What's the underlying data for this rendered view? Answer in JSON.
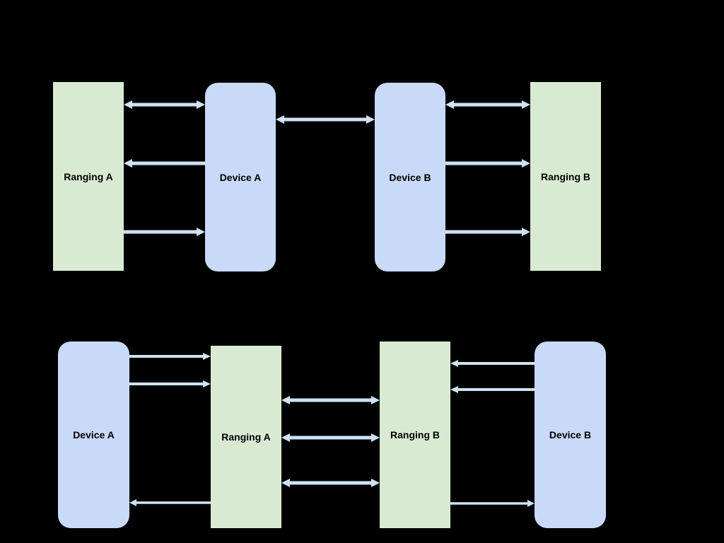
{
  "colors": {
    "background": "#000000",
    "device_node_fill": "#c9daf8",
    "ranging_node_fill": "#d9ead3",
    "arrow": "#cfe2f3",
    "label_text": "#000000"
  },
  "diagram_top": {
    "nodes": [
      {
        "label": "Ranging A",
        "type": "ranging"
      },
      {
        "label": "Device A",
        "type": "device"
      },
      {
        "label": "Device B",
        "type": "device"
      },
      {
        "label": "Ranging B",
        "type": "ranging"
      }
    ],
    "edges": [
      {
        "from": "Ranging A",
        "to": "Device A",
        "direction": "both"
      },
      {
        "from": "Device A",
        "to": "Ranging A",
        "direction": "one-way"
      },
      {
        "from": "Ranging A",
        "to": "Device A",
        "direction": "one-way"
      },
      {
        "from": "Device A",
        "to": "Device B",
        "direction": "both"
      },
      {
        "from": "Device B",
        "to": "Ranging B",
        "direction": "both"
      },
      {
        "from": "Device B",
        "to": "Ranging B",
        "direction": "one-way"
      },
      {
        "from": "Device B",
        "to": "Ranging B",
        "direction": "one-way"
      }
    ]
  },
  "diagram_bottom": {
    "nodes": [
      {
        "label": "Device A",
        "type": "device"
      },
      {
        "label": "Ranging A",
        "type": "ranging"
      },
      {
        "label": "Ranging B",
        "type": "ranging"
      },
      {
        "label": "Device B",
        "type": "device"
      }
    ],
    "edges": [
      {
        "from": "Device A",
        "to": "Ranging A",
        "direction": "one-way"
      },
      {
        "from": "Device A",
        "to": "Ranging A",
        "direction": "one-way"
      },
      {
        "from": "Ranging A",
        "to": "Ranging B",
        "direction": "both"
      },
      {
        "from": "Ranging A",
        "to": "Ranging B",
        "direction": "both"
      },
      {
        "from": "Ranging A",
        "to": "Ranging B",
        "direction": "both"
      },
      {
        "from": "Device B",
        "to": "Ranging B",
        "direction": "one-way"
      },
      {
        "from": "Device B",
        "to": "Ranging B",
        "direction": "one-way"
      },
      {
        "from": "Ranging A",
        "to": "Device A",
        "direction": "one-way"
      },
      {
        "from": "Ranging B",
        "to": "Device B",
        "direction": "one-way"
      }
    ]
  }
}
